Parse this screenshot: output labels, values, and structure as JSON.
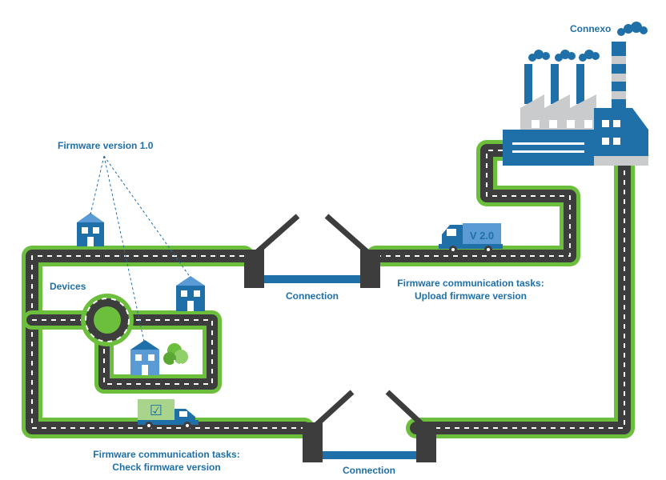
{
  "labels": {
    "factory": "Connexo",
    "firmware_v1": "Firmware version 1.0",
    "devices": "Devices",
    "connection_top": "Connection",
    "connection_bottom": "Connection",
    "upload_line1": "Firmware communication tasks:",
    "upload_line2": "Upload firmware version",
    "check_line1": "Firmware communication tasks:",
    "check_line2": "Check firmware version",
    "truck_version": "V 2.0",
    "truck_check": "☑"
  },
  "colors": {
    "blue": "#1f6fa8",
    "light_blue": "#5b9bd5",
    "green": "#6cbf3c",
    "road": "#3d3d3d",
    "factory_gray": "#c9cbcc"
  },
  "icons": [
    "factory-icon",
    "house-icon",
    "tree-icon",
    "truck-icon",
    "bridge-icon",
    "roundabout-icon"
  ]
}
